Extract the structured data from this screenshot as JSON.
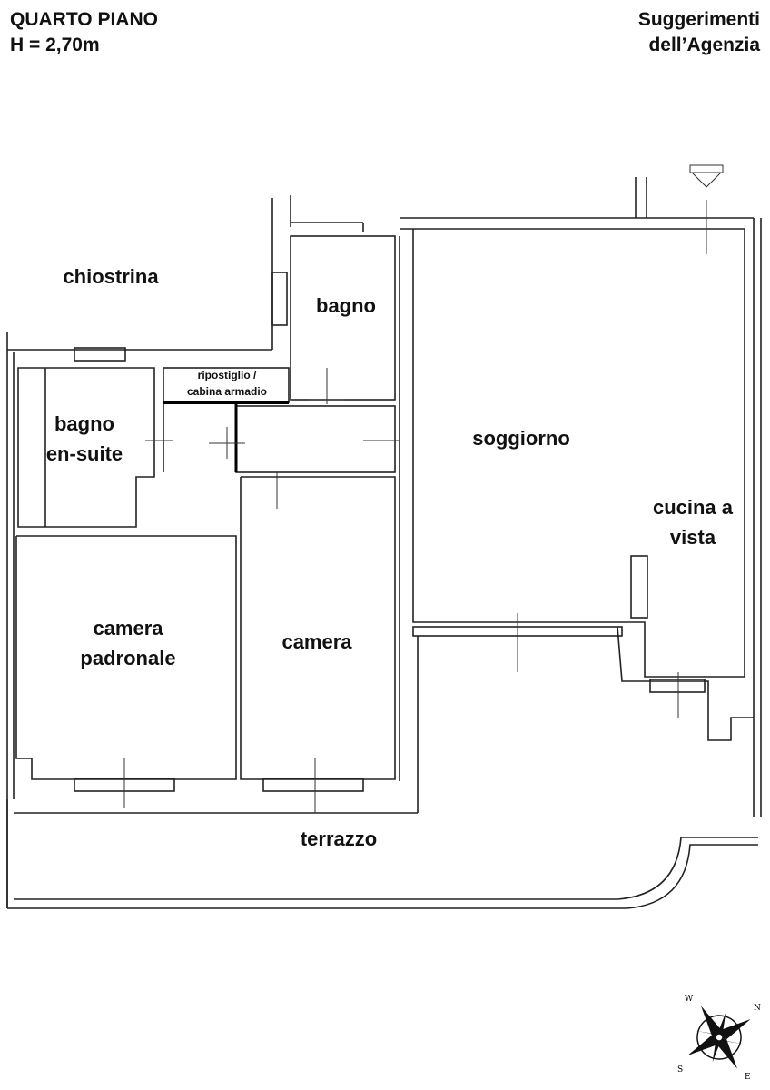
{
  "header": {
    "floor": "QUARTO PIANO",
    "height": "H = 2,70m",
    "note_line1": "Suggerimenti",
    "note_line2": "dell’Agenzia"
  },
  "rooms": {
    "chiostrina": "chiostrina",
    "bagno": "bagno",
    "ripostiglio_1": "ripostiglio /",
    "ripostiglio_2": "cabina armadio",
    "ensuite_1": "bagno",
    "ensuite_2": "en-suite",
    "soggiorno": "soggiorno",
    "cucina_1": "cucina a",
    "cucina_2": "vista",
    "padronale_1": "camera",
    "padronale_2": "padronale",
    "camera": "camera",
    "terrazzo": "terrazzo"
  },
  "compass": {
    "n": "N",
    "e": "E",
    "s": "S",
    "w": "W",
    "color": "#111111"
  },
  "colors": {
    "wall": "#222222",
    "background": "#ffffff"
  }
}
